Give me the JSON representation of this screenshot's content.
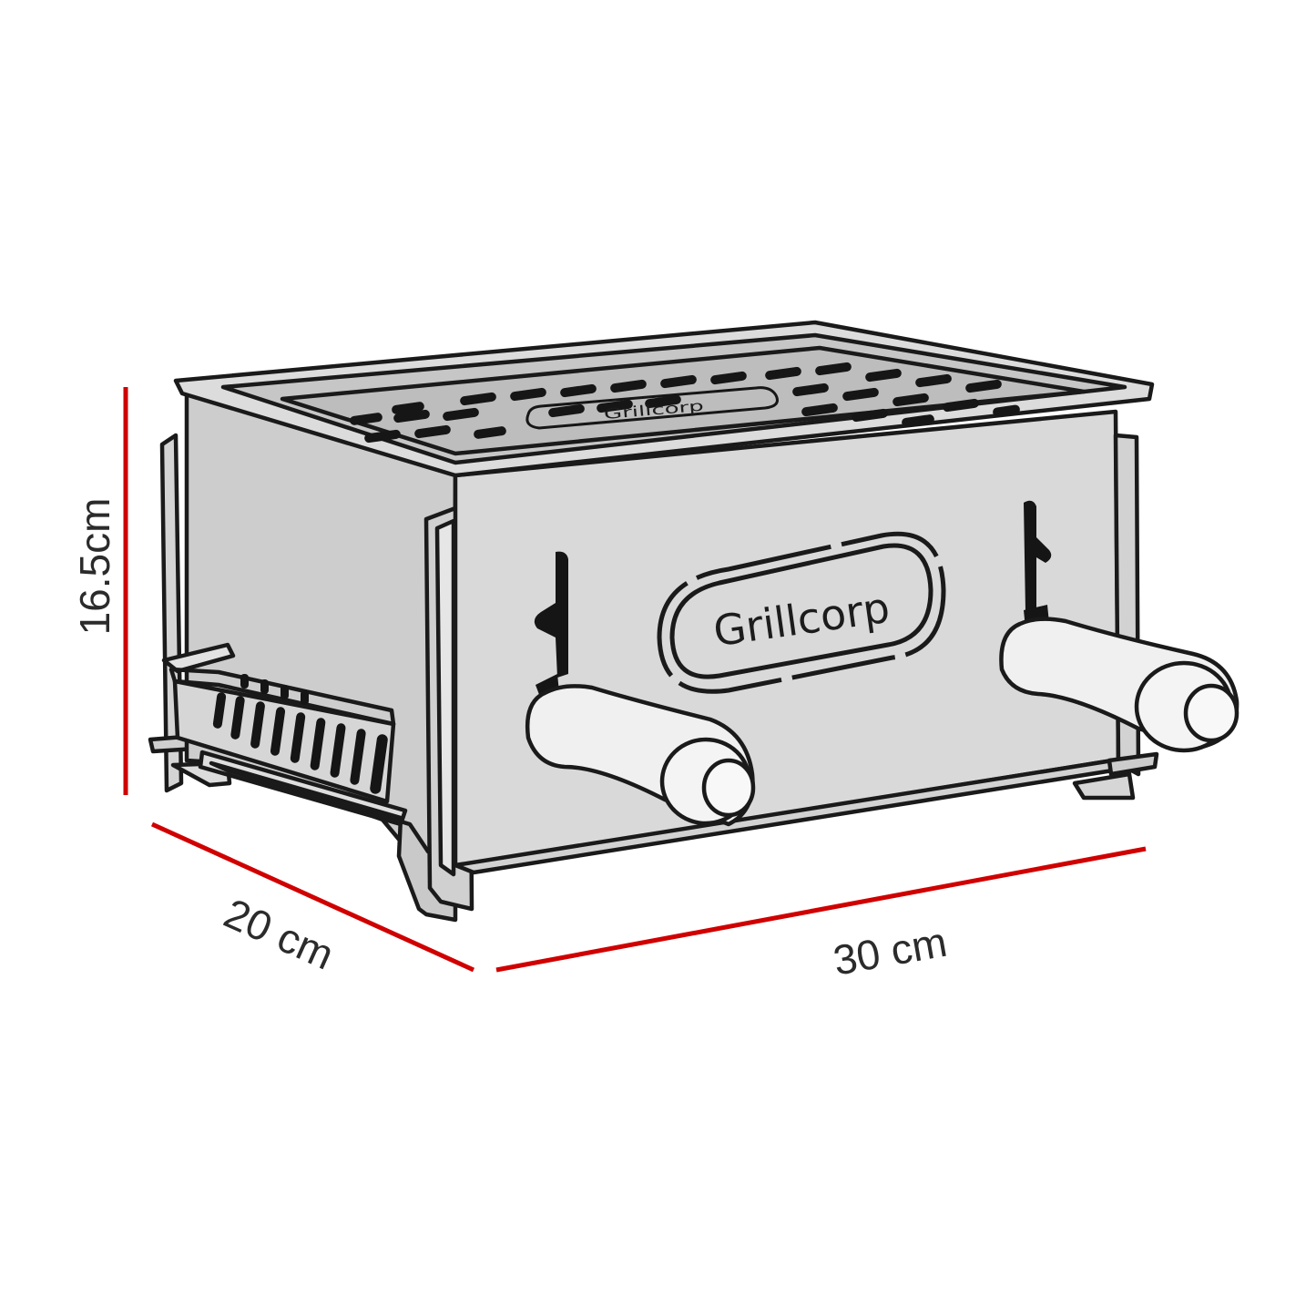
{
  "product": {
    "brand_front": "Grillcorp",
    "brand_grill": "Grillcorp"
  },
  "dimensions": {
    "height": "16.5cm",
    "depth": "20 cm",
    "width": "30 cm"
  },
  "colors": {
    "dimension_line": "#d00000",
    "body_fill": "#d9d9d9",
    "outline": "#1a1a1a",
    "handle_fill": "#f0f0f0"
  }
}
